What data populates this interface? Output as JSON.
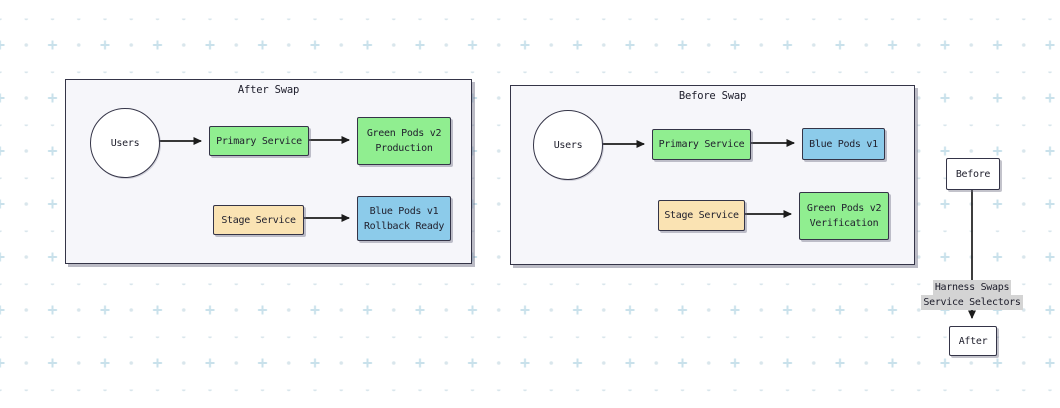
{
  "diagram": {
    "after_swap": {
      "title": "After Swap",
      "users_label": "Users",
      "primary_service_label": "Primary Service",
      "green_pods_label": "Green Pods v2\nProduction",
      "stage_service_label": "Stage Service",
      "blue_pods_label": "Blue Pods v1\nRollback Ready"
    },
    "before_swap": {
      "title": "Before Swap",
      "users_label": "Users",
      "primary_service_label": "Primary Service",
      "blue_pods_label": "Blue Pods v1",
      "stage_service_label": "Stage Service",
      "green_pods_label": "Green Pods v2\nVerification"
    },
    "transition": {
      "before_label": "Before",
      "after_label": "After",
      "edge_label_line1": "Harness Swaps",
      "edge_label_line2": "Service Selectors"
    }
  },
  "colors": {
    "green_fill": "#90EE90",
    "blue_fill": "#8CCBEA",
    "tan_fill": "#FAE3B3",
    "node_border": "#343447",
    "container_fill": "#F6F6FA",
    "arrow": "#1C1C1C",
    "edge_label_bg": "#D4D4D4",
    "grid_dot": "#D9E6EC",
    "grid_plus": "#C9E1EB"
  }
}
